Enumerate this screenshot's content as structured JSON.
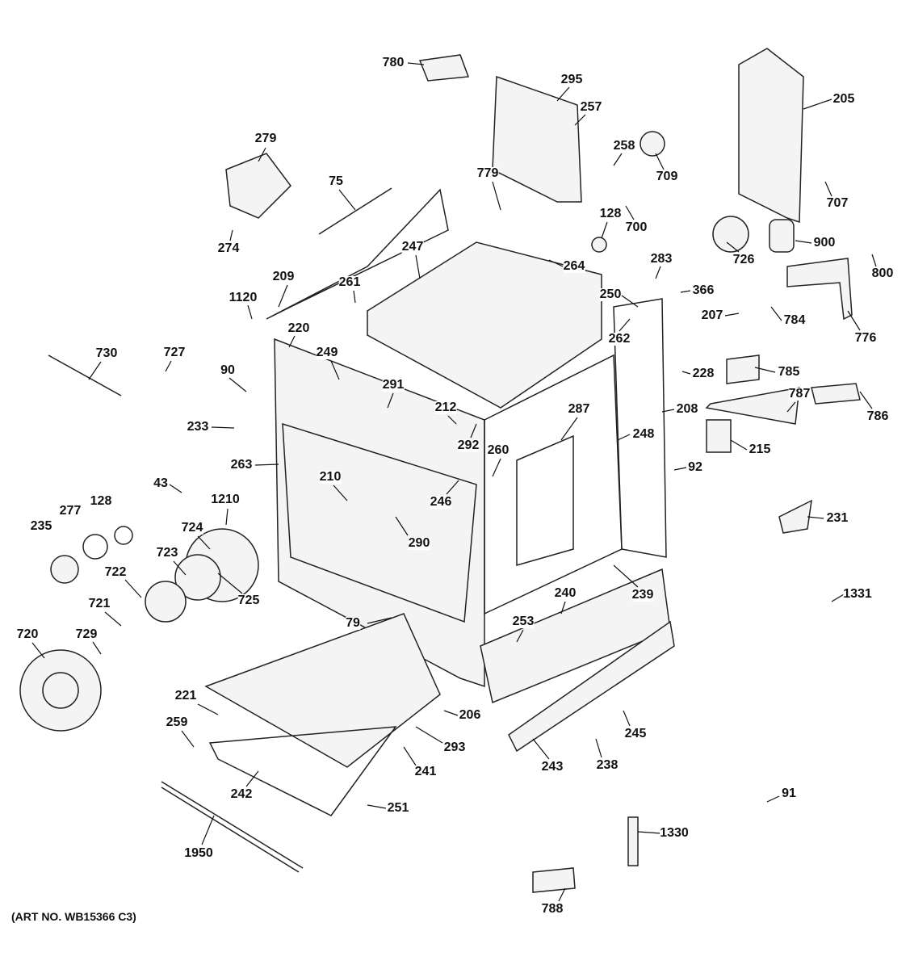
{
  "diagram_title": "",
  "art_number": "(ART NO. WB15366 C3)",
  "labels": [
    "780",
    "295",
    "257",
    "205",
    "279",
    "258",
    "709",
    "779",
    "75",
    "707",
    "128",
    "700",
    "274",
    "900",
    "800",
    "726",
    "264",
    "247",
    "283",
    "209",
    "366",
    "250",
    "261",
    "1120",
    "207",
    "784",
    "262",
    "776",
    "220",
    "730",
    "727",
    "90",
    "249",
    "228",
    "785",
    "291",
    "212",
    "287",
    "208",
    "786",
    "787",
    "233",
    "292",
    "248",
    "215",
    "260",
    "263",
    "92",
    "43",
    "210",
    "246",
    "1210",
    "128",
    "277",
    "235",
    "724",
    "290",
    "231",
    "723",
    "239",
    "240",
    "1331",
    "722",
    "725",
    "79",
    "253",
    "721",
    "720",
    "729",
    "221",
    "206",
    "245",
    "259",
    "293",
    "243",
    "238",
    "241",
    "242",
    "91",
    "251",
    "1330",
    "1950",
    "788"
  ]
}
